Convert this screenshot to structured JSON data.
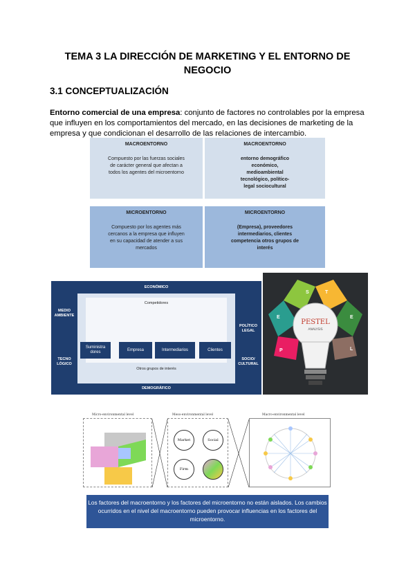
{
  "doc": {
    "title": "TEMA 3 LA DIRECCIÓN DE MARKETING Y EL ENTORNO DE NEGOCIO",
    "section": "3.1 CONCEPTUALIZACIÓN",
    "term": "Entorno comercial de una empresa",
    "definition": ": conjunto de factores no controlables por la empresa que influyen en los comportamientos del mercado, en las decisiones de marketing de la empresa y que condicionan el desarrollo de las relaciones de intercambio."
  },
  "boxes": {
    "macro_left_title": "MACROENTORNO",
    "macro_left_desc": "Compuesto por las fuerzas sociales de carácter general que afectan a todos los agentes del microentorno",
    "macro_right_title": "MACROENTORNO",
    "macro_right_desc": "entorno demográfico económico, medioambiental tecnológico, político-legal sociocultural",
    "micro_left_title": "MICROENTORNO",
    "micro_left_desc": "Compuesto por los agentes más cercanos a la empresa que influyen en su capacidad de atender a sus mercados",
    "micro_right_title": "MICROENTORNO",
    "micro_right_desc": "(Empresa), proveedores intermediarios, clientes competencia otros grupos de interés"
  },
  "env_diagram": {
    "top": "ECONÓMICO",
    "bottom": "DEMOGRÁFICO",
    "left_top": "MEDIO AMBIENTE",
    "left_bottom": "TECNO LÓGICO",
    "right_top": "POLÍTICO LEGAL",
    "right_bottom": "SOCIO/ CULTURAL",
    "competitors": "Competidores",
    "chain": [
      "Suministra dores",
      "Empresa",
      "Intermediarios",
      "Clientes"
    ],
    "others": "Otros grupos de interés"
  },
  "pestel": {
    "title": "PESTEL",
    "subtitle": "ANALYSIS",
    "letters": [
      "S",
      "T",
      "E",
      "E",
      "L",
      "P"
    ],
    "colors": [
      "#8dc63f",
      "#f7b733",
      "#2a9d8f",
      "#c0392b",
      "#8e44ad",
      "#e91e63"
    ]
  },
  "levels": {
    "micro_title": "Micro-environmental level",
    "meso_title": "Meso-environmental level",
    "macro_title": "Macro-environmental level",
    "circles": [
      "Market",
      "Social",
      "Firm"
    ]
  },
  "caption": "Los factores del macroentorno y los factores del microentorno no están aislados. Los cambios ocurridos en el nivel del macroentorno pueden provocar influencias en los factores del microentorno."
}
